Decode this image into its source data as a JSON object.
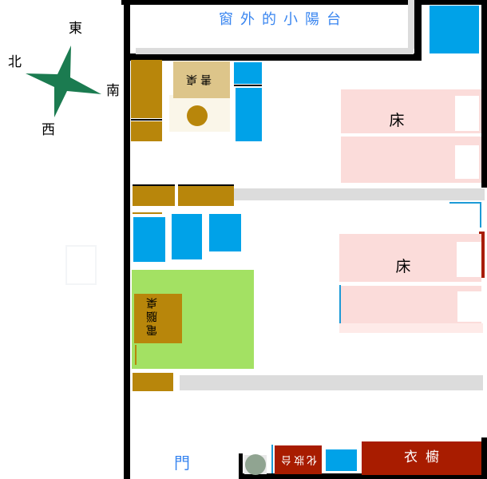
{
  "diagram": {
    "kind": "bedroom floor plan drawing",
    "balcony_label": "窗外的小陽台",
    "door_label": "門",
    "compass": {
      "top": "東",
      "left": "北",
      "right": "南",
      "bottom": "西"
    },
    "beds": [
      {
        "label": "床"
      },
      {
        "label": "床"
      }
    ],
    "furniture": {
      "study_desk": "書桌",
      "computer_desk": "電腦桌",
      "dressing_table": "化妝台",
      "wardrobe": "衣櫥"
    },
    "colors": {
      "wall": "#000000",
      "window_gray": "#DCDCDC",
      "wood": "#B8860B",
      "desk_tan": "#DDC58A",
      "blue_furniture": "#00A2E8",
      "bed_pink": "#FBDCDA",
      "computer_area_green": "#A3E163",
      "dark_red": "#A81C00",
      "compass_green": "#1B7B50",
      "label_blue": "#3A86F0"
    }
  }
}
